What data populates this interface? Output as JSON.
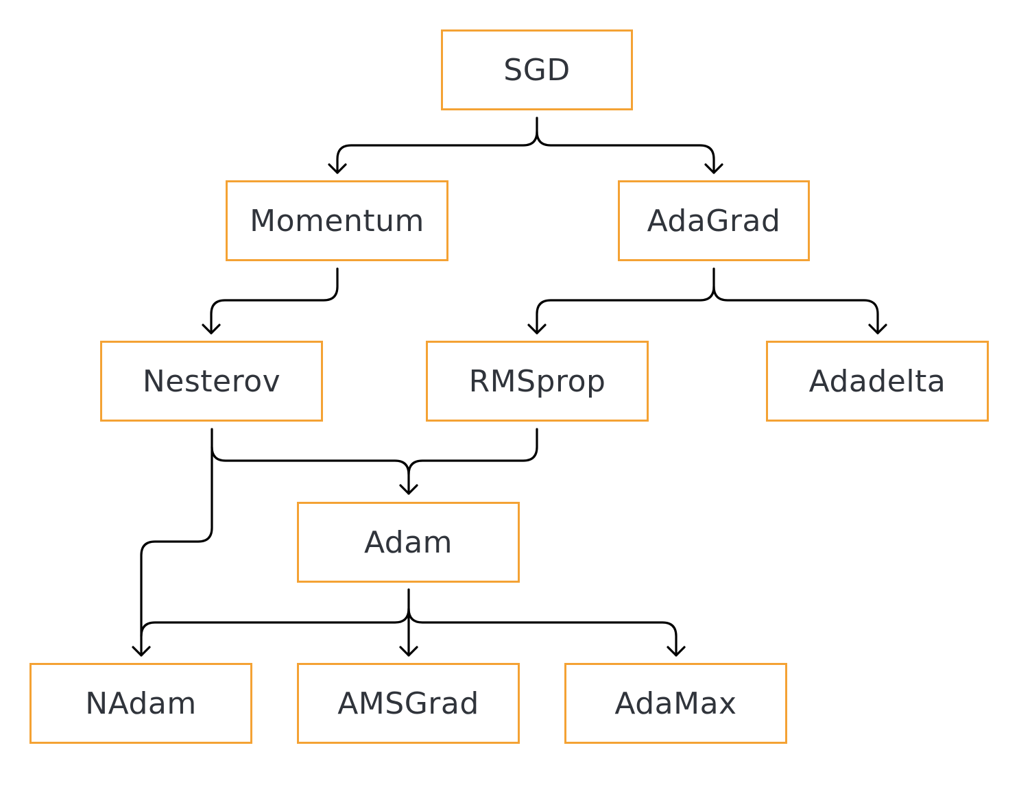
{
  "colors": {
    "node_border": "#f4a234",
    "node_text": "#30343b",
    "edge": "#000000",
    "background": "#ffffff"
  },
  "nodes": {
    "sgd": "SGD",
    "momentum": "Momentum",
    "adagrad": "AdaGrad",
    "nesterov": "Nesterov",
    "rmsprop": "RMSprop",
    "adadelta": "Adadelta",
    "adam": "Adam",
    "nadam": "NAdam",
    "amsgrad": "AMSGrad",
    "adamax": "AdaMax"
  },
  "edges": [
    {
      "from": "SGD",
      "to": "Momentum"
    },
    {
      "from": "SGD",
      "to": "AdaGrad"
    },
    {
      "from": "Momentum",
      "to": "Nesterov"
    },
    {
      "from": "AdaGrad",
      "to": "RMSprop"
    },
    {
      "from": "AdaGrad",
      "to": "Adadelta"
    },
    {
      "from": "Nesterov",
      "to": "Adam"
    },
    {
      "from": "RMSprop",
      "to": "Adam"
    },
    {
      "from": "Nesterov",
      "to": "NAdam"
    },
    {
      "from": "Adam",
      "to": "NAdam"
    },
    {
      "from": "Adam",
      "to": "AMSGrad"
    },
    {
      "from": "Adam",
      "to": "AdaMax"
    }
  ]
}
